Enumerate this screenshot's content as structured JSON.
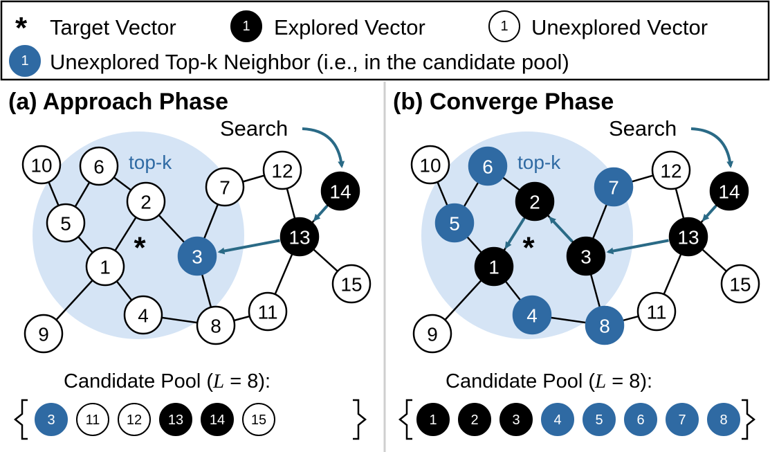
{
  "legend": {
    "target": "Target Vector",
    "explored": "Explored Vector",
    "unexplored": "Unexplored Vector",
    "topk": "Unexplored Top-k Neighbor (i.e., in the candidate pool)",
    "symbol_number": "1"
  },
  "labels": {
    "search": "Search",
    "topk": "top-k",
    "target_symbol": "*",
    "pool_prefix": "Candidate Pool (",
    "pool_var": "L",
    "pool_suffix": " = 8):"
  },
  "colors": {
    "explored": "#000000",
    "topk": "#2f6aa3",
    "unexplored": "#ffffff",
    "region": "#d5e4f5",
    "arrow": "#2a6a86"
  },
  "panels": [
    {
      "title": "(a) Approach Phase",
      "node_states": {
        "1": "unexplored",
        "2": "unexplored",
        "3": "topk",
        "4": "unexplored",
        "5": "unexplored",
        "6": "unexplored",
        "7": "unexplored",
        "8": "unexplored",
        "9": "unexplored",
        "10": "unexplored",
        "11": "unexplored",
        "12": "unexplored",
        "13": "explored",
        "14": "explored",
        "15": "unexplored"
      },
      "arrows": [
        [
          "14",
          "13"
        ],
        [
          "13",
          "3"
        ]
      ],
      "pool": [
        {
          "label": "3",
          "state": "topk"
        },
        {
          "label": "11",
          "state": "unexplored"
        },
        {
          "label": "12",
          "state": "unexplored"
        },
        {
          "label": "13",
          "state": "explored"
        },
        {
          "label": "14",
          "state": "explored"
        },
        {
          "label": "15",
          "state": "unexplored"
        }
      ]
    },
    {
      "title": "(b) Converge Phase",
      "node_states": {
        "1": "explored",
        "2": "explored",
        "3": "explored",
        "4": "topk",
        "5": "topk",
        "6": "topk",
        "7": "topk",
        "8": "topk",
        "9": "unexplored",
        "10": "unexplored",
        "11": "unexplored",
        "12": "unexplored",
        "13": "explored",
        "14": "explored",
        "15": "unexplored"
      },
      "arrows": [
        [
          "14",
          "13"
        ],
        [
          "13",
          "3"
        ],
        [
          "3",
          "2"
        ],
        [
          "2",
          "1"
        ]
      ],
      "pool": [
        {
          "label": "1",
          "state": "explored"
        },
        {
          "label": "2",
          "state": "explored"
        },
        {
          "label": "3",
          "state": "explored"
        },
        {
          "label": "4",
          "state": "topk"
        },
        {
          "label": "5",
          "state": "topk"
        },
        {
          "label": "6",
          "state": "topk"
        },
        {
          "label": "7",
          "state": "topk"
        },
        {
          "label": "8",
          "state": "topk"
        }
      ]
    }
  ],
  "graph": {
    "nodes": [
      "1",
      "2",
      "3",
      "4",
      "5",
      "6",
      "7",
      "8",
      "9",
      "10",
      "11",
      "12",
      "13",
      "14",
      "15"
    ],
    "edges": [
      [
        "10",
        "5"
      ],
      [
        "6",
        "5"
      ],
      [
        "6",
        "2"
      ],
      [
        "5",
        "1"
      ],
      [
        "2",
        "1"
      ],
      [
        "1",
        "9"
      ],
      [
        "1",
        "4"
      ],
      [
        "4",
        "8"
      ],
      [
        "2",
        "3"
      ],
      [
        "3",
        "7"
      ],
      [
        "3",
        "8"
      ],
      [
        "7",
        "12"
      ],
      [
        "12",
        "13"
      ],
      [
        "13",
        "14"
      ],
      [
        "13",
        "15"
      ],
      [
        "13",
        "11"
      ],
      [
        "8",
        "11"
      ]
    ]
  }
}
